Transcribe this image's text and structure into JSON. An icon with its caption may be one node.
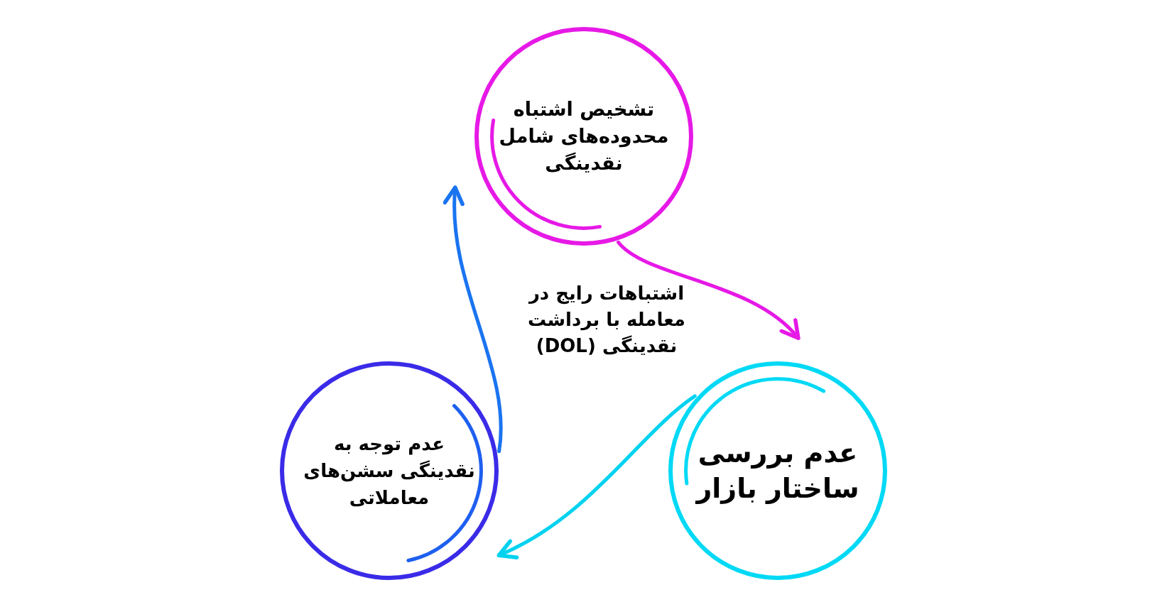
{
  "diagram": {
    "title": "اشتباهات رایج در معامله با برداشت نقدینگی (DOL)",
    "nodes": [
      {
        "text": [
          "تشخیص اشتباه محدوده‌های شامل نقدینگی"
        ]
      },
      {
        "text": [
          "عدم بررسی ساختار بازار"
        ]
      },
      {
        "text": [
          "عدم توجه به نقدینگی سشن‌های معاملاتی"
        ]
      }
    ],
    "edges": [
      {
        "from": 0,
        "to": 1,
        "arrow": "to",
        "color": "#e619e6"
      },
      {
        "from": 1,
        "to": 2,
        "arrow": "to",
        "color": "#00d2f0"
      },
      {
        "from": 2,
        "to": 0,
        "arrow": "to",
        "color": "#1a74f0"
      }
    ]
  }
}
